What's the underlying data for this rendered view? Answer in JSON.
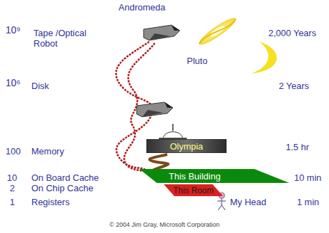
{
  "diagram": {
    "nodes": [
      {
        "text": [
          "Olympia"
        ]
      },
      {
        "text": [
          "This Building"
        ]
      },
      {
        "text": [
          "This Room"
        ]
      }
    ],
    "labels": [
      "Andromeda",
      "10⁹",
      "Tape /Optical Robot",
      "2,000 Years",
      "Pluto",
      "10⁶",
      "Disk",
      "2 Years",
      "100",
      "Memory",
      "1.5 hr",
      "10",
      "On Board Cache",
      "10 min",
      "2",
      "On Chip Cache",
      "1",
      "Registers",
      "My Head",
      "1 min",
      "© 2004 Jim Gray, Microsoft Corporation"
    ]
  }
}
